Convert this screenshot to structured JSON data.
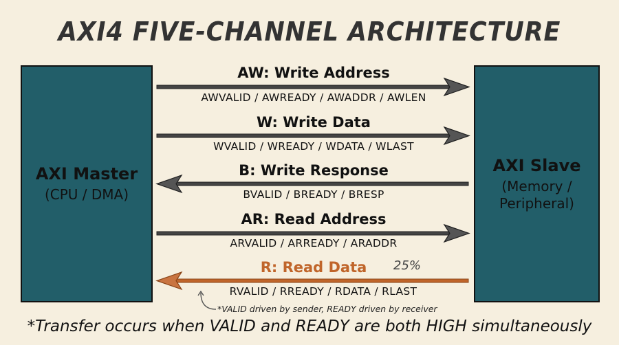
{
  "title": "AXI4 FIVE-CHANNEL ARCHITECTURE",
  "master": {
    "name": "AXI Master",
    "sub": "(CPU / DMA)"
  },
  "slave": {
    "name": "AXI Slave",
    "sub": "(Memory / Peripheral)"
  },
  "channels": [
    {
      "label": "AW: Write Address",
      "signals": "AWVALID / AWREADY / AWADDR / AWLEN",
      "direction": "master-to-slave",
      "color": "#444444"
    },
    {
      "label": "W: Write Data",
      "signals": "WVALID / WREADY / WDATA / WLAST",
      "direction": "master-to-slave",
      "color": "#444444"
    },
    {
      "label": "B: Write Response",
      "signals": "BVALID / BREADY / BRESP",
      "direction": "slave-to-master",
      "color": "#444444"
    },
    {
      "label": "AR: Read Address",
      "signals": "ARVALID / ARREADY / ARADDR",
      "direction": "master-to-slave",
      "color": "#444444"
    },
    {
      "label": "R: Read Data",
      "signals": "RVALID / RREADY / RDATA / RLAST",
      "direction": "slave-to-master",
      "color": "#c0652a"
    }
  ],
  "annotation": {
    "percent": "25%",
    "note": "*VALID driven by sender, READY driven by receiver"
  },
  "footer": "*Transfer occurs when VALID and READY are both HIGH simultaneously",
  "colors": {
    "background": "#f6efdf",
    "box": "#225e69",
    "highlight": "#c0652a",
    "arrow": "#444444"
  }
}
